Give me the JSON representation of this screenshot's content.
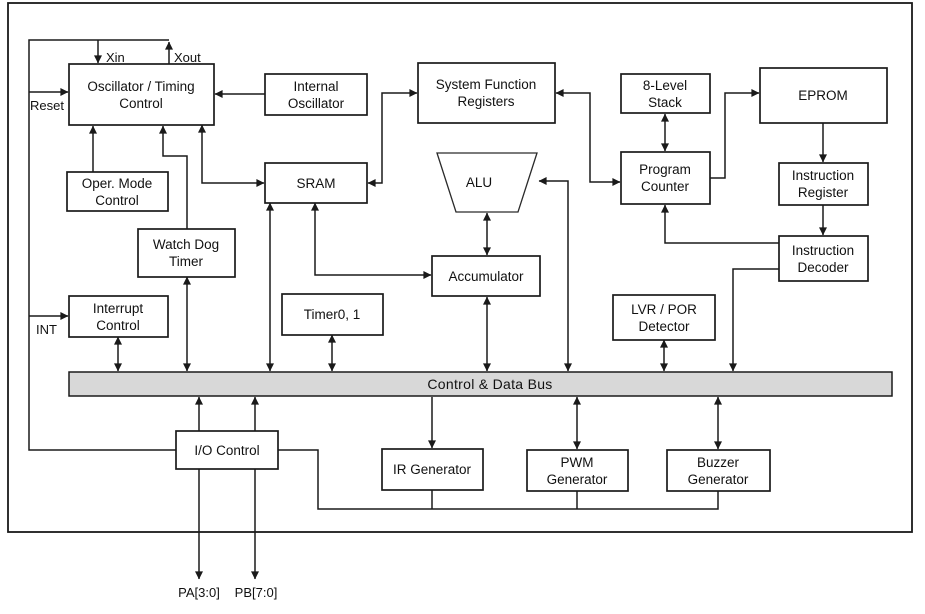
{
  "blocks": {
    "oscillator": {
      "line1": "Oscillator / Timing",
      "line2": "Control"
    },
    "oper_mode": {
      "line1": "Oper. Mode",
      "line2": "Control"
    },
    "watch_dog": {
      "line1": "Watch Dog",
      "line2": "Timer"
    },
    "interrupt": {
      "line1": "Interrupt",
      "line2": "Control"
    },
    "internal_osc": {
      "line1": "Internal",
      "line2": "Oscillator"
    },
    "sram": {
      "line1": "SRAM"
    },
    "timer01": {
      "line1": "Timer0, 1"
    },
    "sfr": {
      "line1": "System Function",
      "line2": "Registers"
    },
    "alu": {
      "line1": "ALU"
    },
    "accumulator": {
      "line1": "Accumulator"
    },
    "stack": {
      "line1": "8-Level",
      "line2": "Stack"
    },
    "program_counter": {
      "line1": "Program",
      "line2": "Counter"
    },
    "eprom": {
      "line1": "EPROM"
    },
    "instruction_register": {
      "line1": "Instruction",
      "line2": "Register"
    },
    "instruction_decoder": {
      "line1": "Instruction",
      "line2": "Decoder"
    },
    "lvr_por": {
      "line1": "LVR / POR",
      "line2": "Detector"
    },
    "io_control": {
      "line1": "I/O Control"
    },
    "ir_generator": {
      "line1": "IR Generator"
    },
    "pwm_generator": {
      "line1": "PWM",
      "line2": "Generator"
    },
    "buzzer_generator": {
      "line1": "Buzzer",
      "line2": "Generator"
    }
  },
  "bus": {
    "label": "Control & Data Bus"
  },
  "pins": {
    "xin": "Xin",
    "xout": "Xout",
    "reset": "Reset",
    "int": "INT",
    "pa": "PA[3:0]",
    "pb": "PB[7:0]"
  },
  "colors": {
    "line": "#1a1a1a",
    "text": "#111111",
    "box_fill": "#ffffff",
    "bus_fill": "#d8d8d8",
    "background": "#ffffff"
  }
}
